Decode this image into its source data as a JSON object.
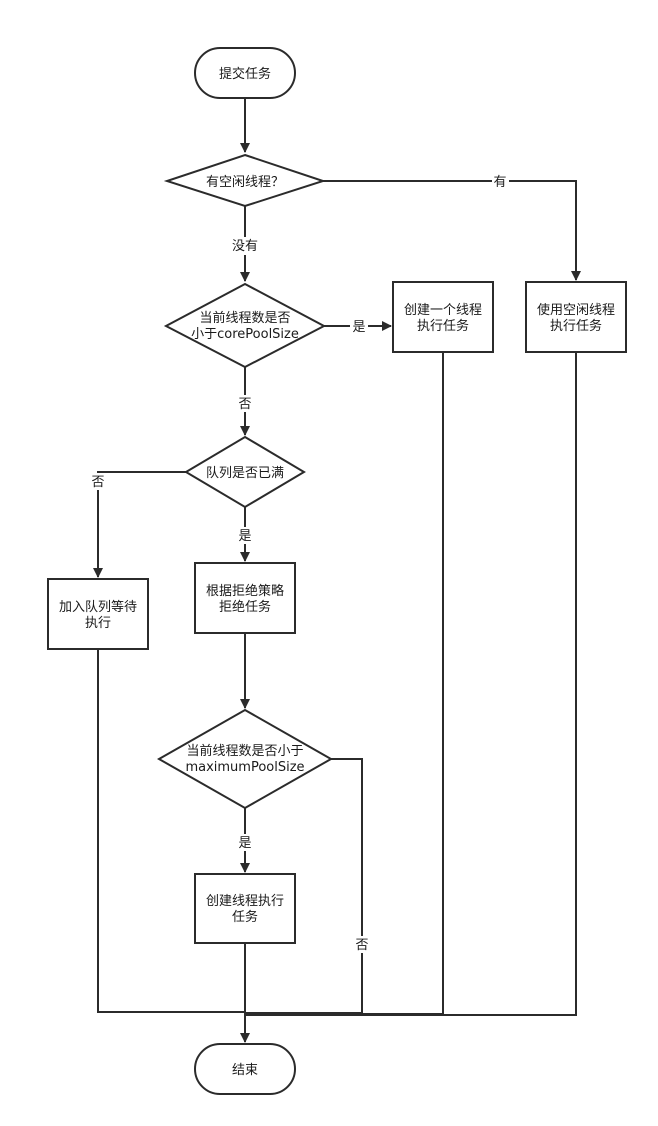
{
  "nodes": {
    "start": {
      "text": [
        "提交任务"
      ]
    },
    "idle_check": {
      "text": [
        "有空闲线程？"
      ]
    },
    "core_check": {
      "text": [
        "当前线程数是否",
        "小于corePoolSize"
      ]
    },
    "create_core": {
      "text": [
        "创建一个线程",
        "执行任务"
      ]
    },
    "use_idle": {
      "text": [
        "使用空闲线程",
        "执行任务"
      ]
    },
    "queue_full": {
      "text": [
        "队列是否已满"
      ]
    },
    "enqueue": {
      "text": [
        "加入队列等待",
        "执行"
      ]
    },
    "reject": {
      "text": [
        "根据拒绝策略",
        "拒绝任务"
      ]
    },
    "max_check": {
      "text": [
        "当前线程数是否小于",
        "maximumPoolSize"
      ]
    },
    "create_thread": {
      "text": [
        "创建线程执行",
        "任务"
      ]
    },
    "end": {
      "text": [
        "结束"
      ]
    }
  },
  "edge_labels": {
    "idle_yes": "有",
    "idle_no": "没有",
    "core_yes": "是",
    "core_no": "否",
    "queue_no": "否",
    "queue_yes": "是",
    "max_yes": "是",
    "max_no": "否"
  }
}
